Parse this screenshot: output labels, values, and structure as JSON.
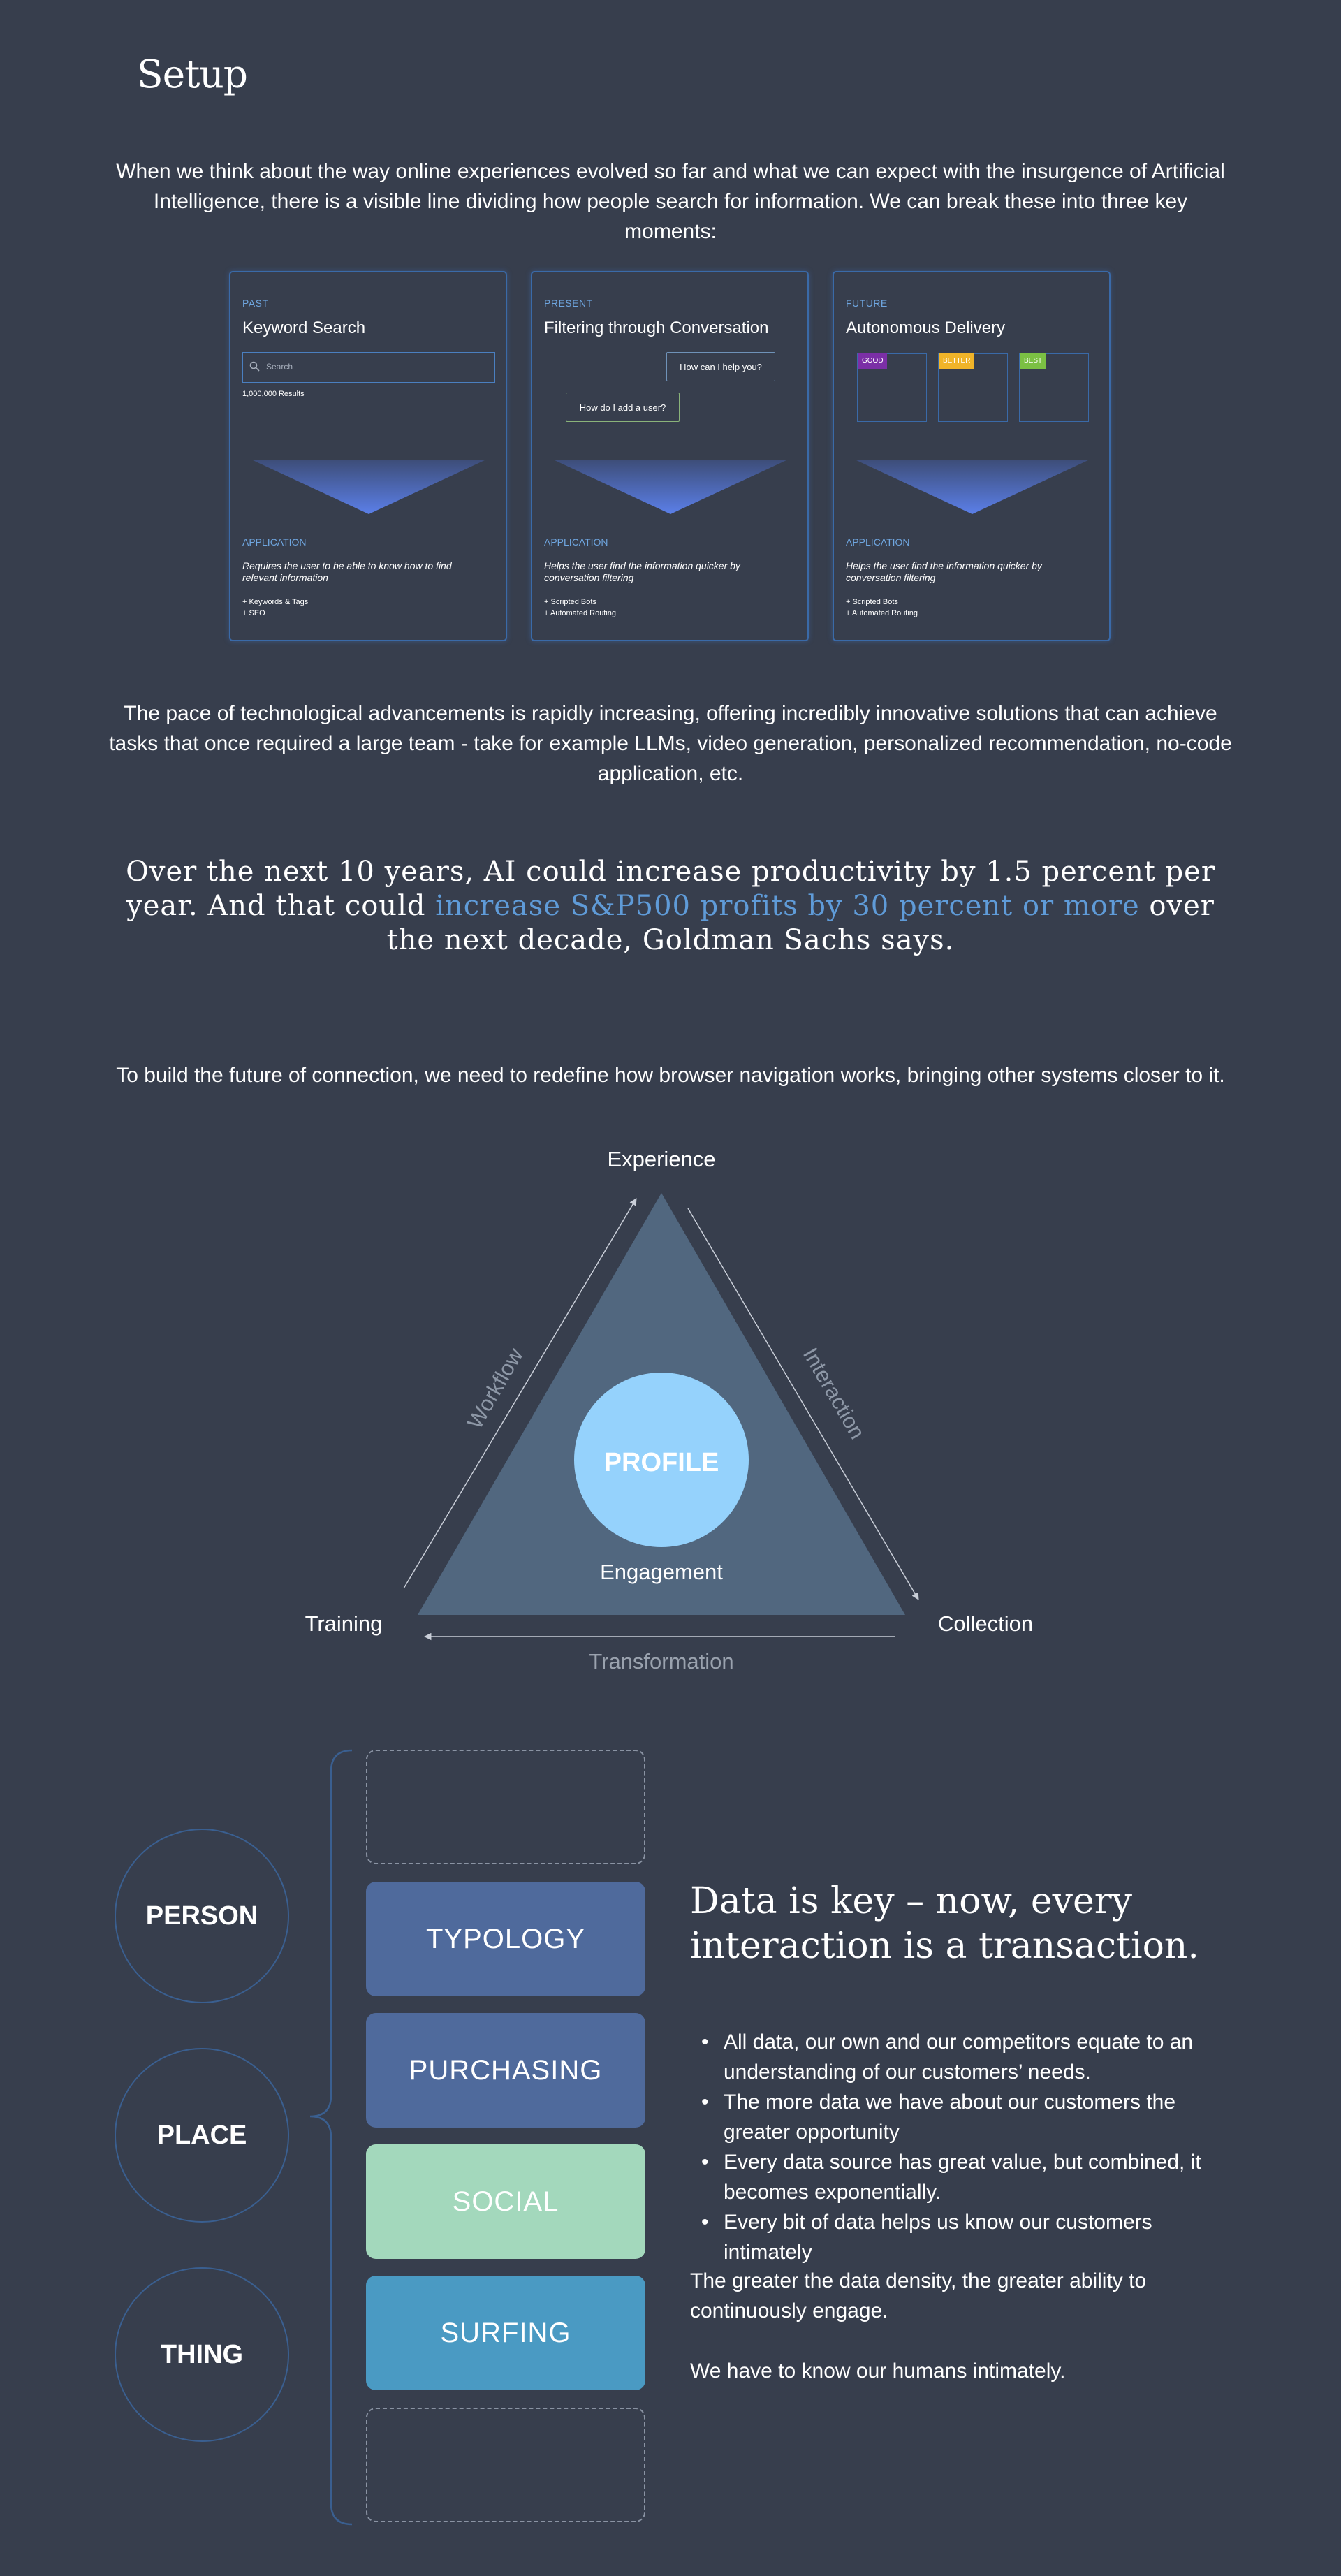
{
  "page": {
    "title": "Setup",
    "intro": "When we think about the way online experiences evolved so far and what we can expect with the insurgence of Artificial Intelligence, there is a visible line dividing how people search for information. We can break these into three key moments:",
    "pace": "The pace of technological advancements is rapidly increasing, offering incredibly innovative solutions that can achieve tasks that once required a large team - take for example LLMs, video generation, personalized recommendation, no-code application, etc.",
    "quote": {
      "part1": "Over the next 10 years, AI could increase productivity by 1.5 percent per year. And that could ",
      "highlight": "increase S&P500 profits by 30 percent or more",
      "part2": " over the next decade, Goldman Sachs says."
    },
    "build": "To build the future of connection, we need to redefine how browser navigation works, bringing other systems closer to it."
  },
  "colors": {
    "background": "#373e4d",
    "accent_blue": "#6fa6e0",
    "quote_highlight": "#5f9bd8",
    "triangle": "#51677f",
    "profile_circle": "#95d2fc",
    "typology": "#4f6a9c",
    "purchasing": "#4f6a9c",
    "social": "#a3d8bc",
    "surfing": "#4a9ac3"
  },
  "cards": [
    {
      "era": "PAST",
      "title": "Keyword Search",
      "search_placeholder": "Search",
      "results": "1,000,000 Results",
      "app_heading": "APPLICATION",
      "description": "Requires the user to be able to know how to find relevant information",
      "bullets": [
        "+ Keywords & Tags",
        "+ SEO"
      ]
    },
    {
      "era": "PRESENT",
      "title": "Filtering through Conversation",
      "bubble_bot": "How can I help you?",
      "bubble_user": "How do I add a user?",
      "app_heading": "APPLICATION",
      "description": "Helps the user find the information quicker by conversation filtering",
      "bullets": [
        "+ Scripted Bots",
        "+ Automated Routing"
      ]
    },
    {
      "era": "FUTURE",
      "title": "Autonomous Delivery",
      "tags": [
        {
          "label": "GOOD",
          "color": "#7b2fa6"
        },
        {
          "label": "BETTER",
          "color": "#f0b429"
        },
        {
          "label": "BEST",
          "color": "#7bc043"
        }
      ],
      "app_heading": "APPLICATION",
      "description": "Helps the user find the information quicker by conversation filtering",
      "bullets": [
        "+ Scripted Bots",
        "+ Automated Routing"
      ]
    }
  ],
  "triangle": {
    "top": "Experience",
    "left": "Training",
    "right": "Collection",
    "bottom": "Transformation",
    "left_edge": "Workflow",
    "right_edge": "Interaction",
    "center": "PROFILE",
    "inner": "Engagement"
  },
  "data_section": {
    "entities": [
      "PERSON",
      "PLACE",
      "THING"
    ],
    "sources": [
      "TYPOLOGY",
      "PURCHASING",
      "SOCIAL",
      "SURFING"
    ],
    "heading": "Data is key – now, every interaction is a transaction.",
    "bullets": [
      "All data, our own and our competitors equate to an understanding of our customers’ needs.",
      "The more data we have about our customers the greater opportunity",
      "Every data source has great value, but combined, it becomes exponentially.",
      "Every bit of data helps us know our customers intimately"
    ],
    "bullet_symbol": "•",
    "density": "The greater the data density, the greater ability to continuously engage.",
    "humans": "We have to know our humans intimately."
  }
}
